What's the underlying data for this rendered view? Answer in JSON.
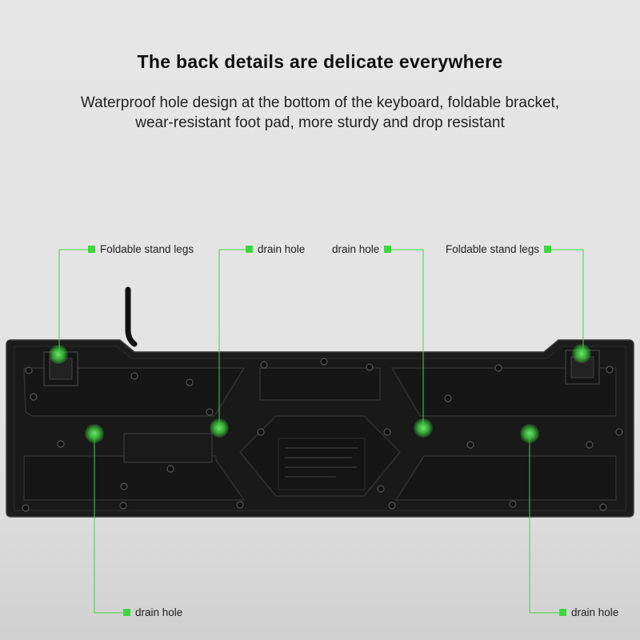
{
  "header": {
    "title": "The back details are delicate everywhere",
    "subtitle_lines": [
      "Waterproof hole design at the bottom of the keyboard, foldable bracket,",
      "wear-resistant foot pad, more sturdy and drop resistant"
    ]
  },
  "callouts": {
    "top_left": "Foldable stand legs",
    "top_mid_left": "drain hole",
    "top_mid_right": "drain hole",
    "top_right": "Foldable stand legs",
    "bottom_left": "drain hole",
    "bottom_right": "drain hole"
  },
  "colors": {
    "accent_green": "#3ed63e",
    "keyboard_body": "#1c1c1c",
    "background": "#e4e4e4"
  }
}
